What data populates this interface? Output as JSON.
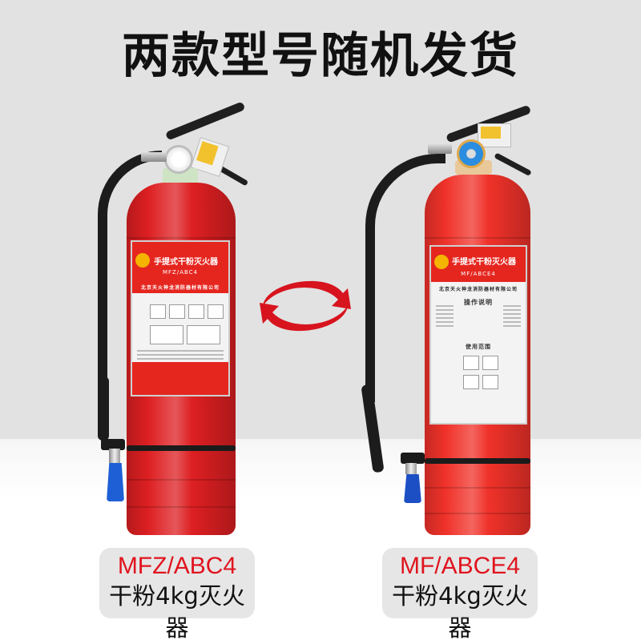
{
  "headline": {
    "plain": "两款型号",
    "highlighted": "随机发货",
    "underline_color": "#e60012"
  },
  "swap_icon": {
    "name": "swap-arrows-icon",
    "color": "#d7141e"
  },
  "products": [
    {
      "label_title": "手提式干粉灭火器",
      "label_model": "MFZ/ABC4",
      "label_maker": "北京天火神龙消防器材有限公司",
      "caption_model": "MFZ/ABC4",
      "caption_desc": "干粉4kg灭火器",
      "body_color": "#dd1f22",
      "nozzle_color": "#1e5fd6"
    },
    {
      "label_title": "手提式干粉灭火器",
      "label_model": "MF/ABCE4",
      "label_maker": "北京天火神龙消防器材有限公司",
      "label_section": "操作说明",
      "label_section2": "使用范围",
      "caption_model": "MF/ABCE4",
      "caption_desc": "干粉4kg灭火器",
      "body_color": "#f0322a",
      "nozzle_color": "#1d4fc4"
    }
  ],
  "colors": {
    "wall": "#e2e2e2",
    "floor": "#ffffff",
    "caption_bg": "#e6e6e6",
    "caption_model": "#e0141e"
  }
}
